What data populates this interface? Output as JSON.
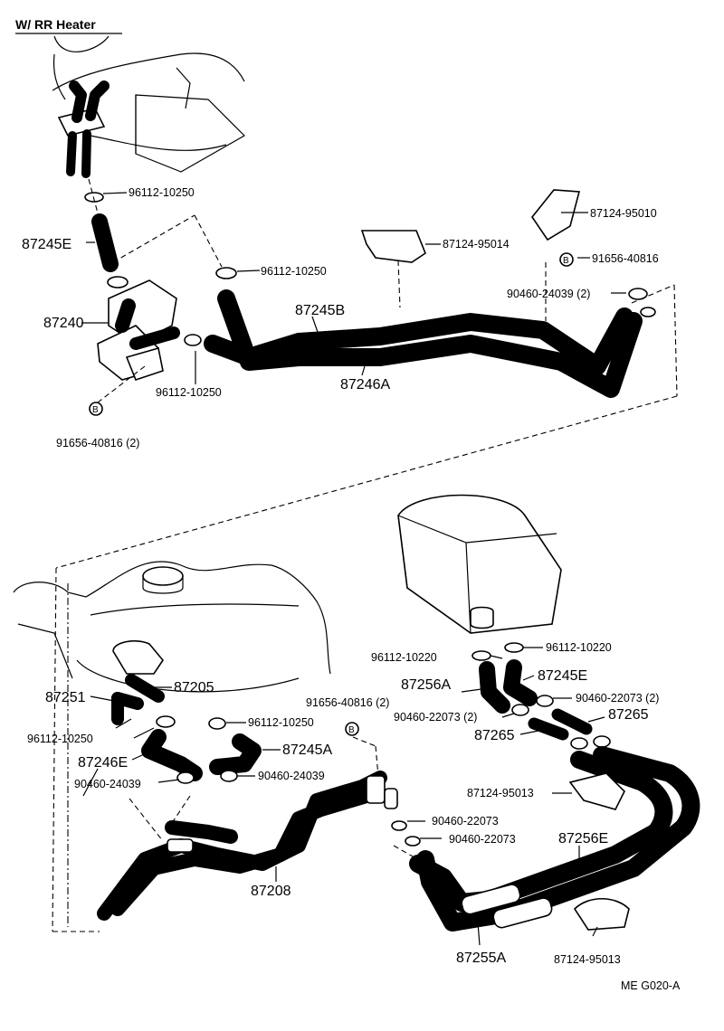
{
  "title": "W/ RR  Heater",
  "footer_code": "ME  G020-A",
  "callout_letter": "B",
  "labels": {
    "c1": "96112-10250",
    "c2": "87245E",
    "c3": "96112-10250",
    "c4": "87240",
    "c5": "96112-10250",
    "c6": "91656-40816 (2)",
    "c7": "87124-95014",
    "c8": "87124-95010",
    "c9": "91656-40816",
    "c10": "90460-24039 (2)",
    "c11": "87245B",
    "c12": "87246A",
    "c13": "96112-10220",
    "c14": "96112-10220",
    "c15": "87256A",
    "c16": "87245E",
    "c17": "90460-22073 (2)",
    "c18": "90460-22073 (2)",
    "c19": "87265",
    "c20": "87265",
    "c21": "87124-95013",
    "c22": "90460-22073",
    "c23": "90460-22073",
    "c24": "87256E",
    "c25": "87255A",
    "c26": "87124-95013",
    "c27": "91656-40816 (2)",
    "c28": "87251",
    "c29": "87205",
    "c30": "96112-10250",
    "c31": "96112-10250",
    "c32": "87246E",
    "c33": "87245A",
    "c34": "90460-24039",
    "c35": "90460-24039",
    "c36": "87208"
  }
}
